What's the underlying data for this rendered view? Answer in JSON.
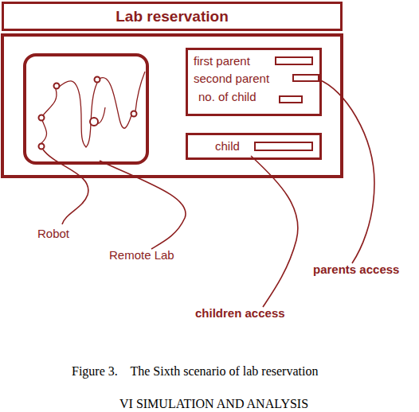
{
  "diagram": {
    "caption": "Figure 3.    The Sixth scenario of lab reservation",
    "nodes": [
      {
        "text": [
          "Lab reservation"
        ]
      },
      {
        "text": [
          "first parent",
          "second parent",
          "no. of child"
        ]
      },
      {
        "text": [
          "child"
        ]
      }
    ],
    "labels": [
      "Robot",
      "Remote Lab",
      "parents access",
      "children access",
      "VI SIMULATION AND ANALYSIS"
    ]
  }
}
